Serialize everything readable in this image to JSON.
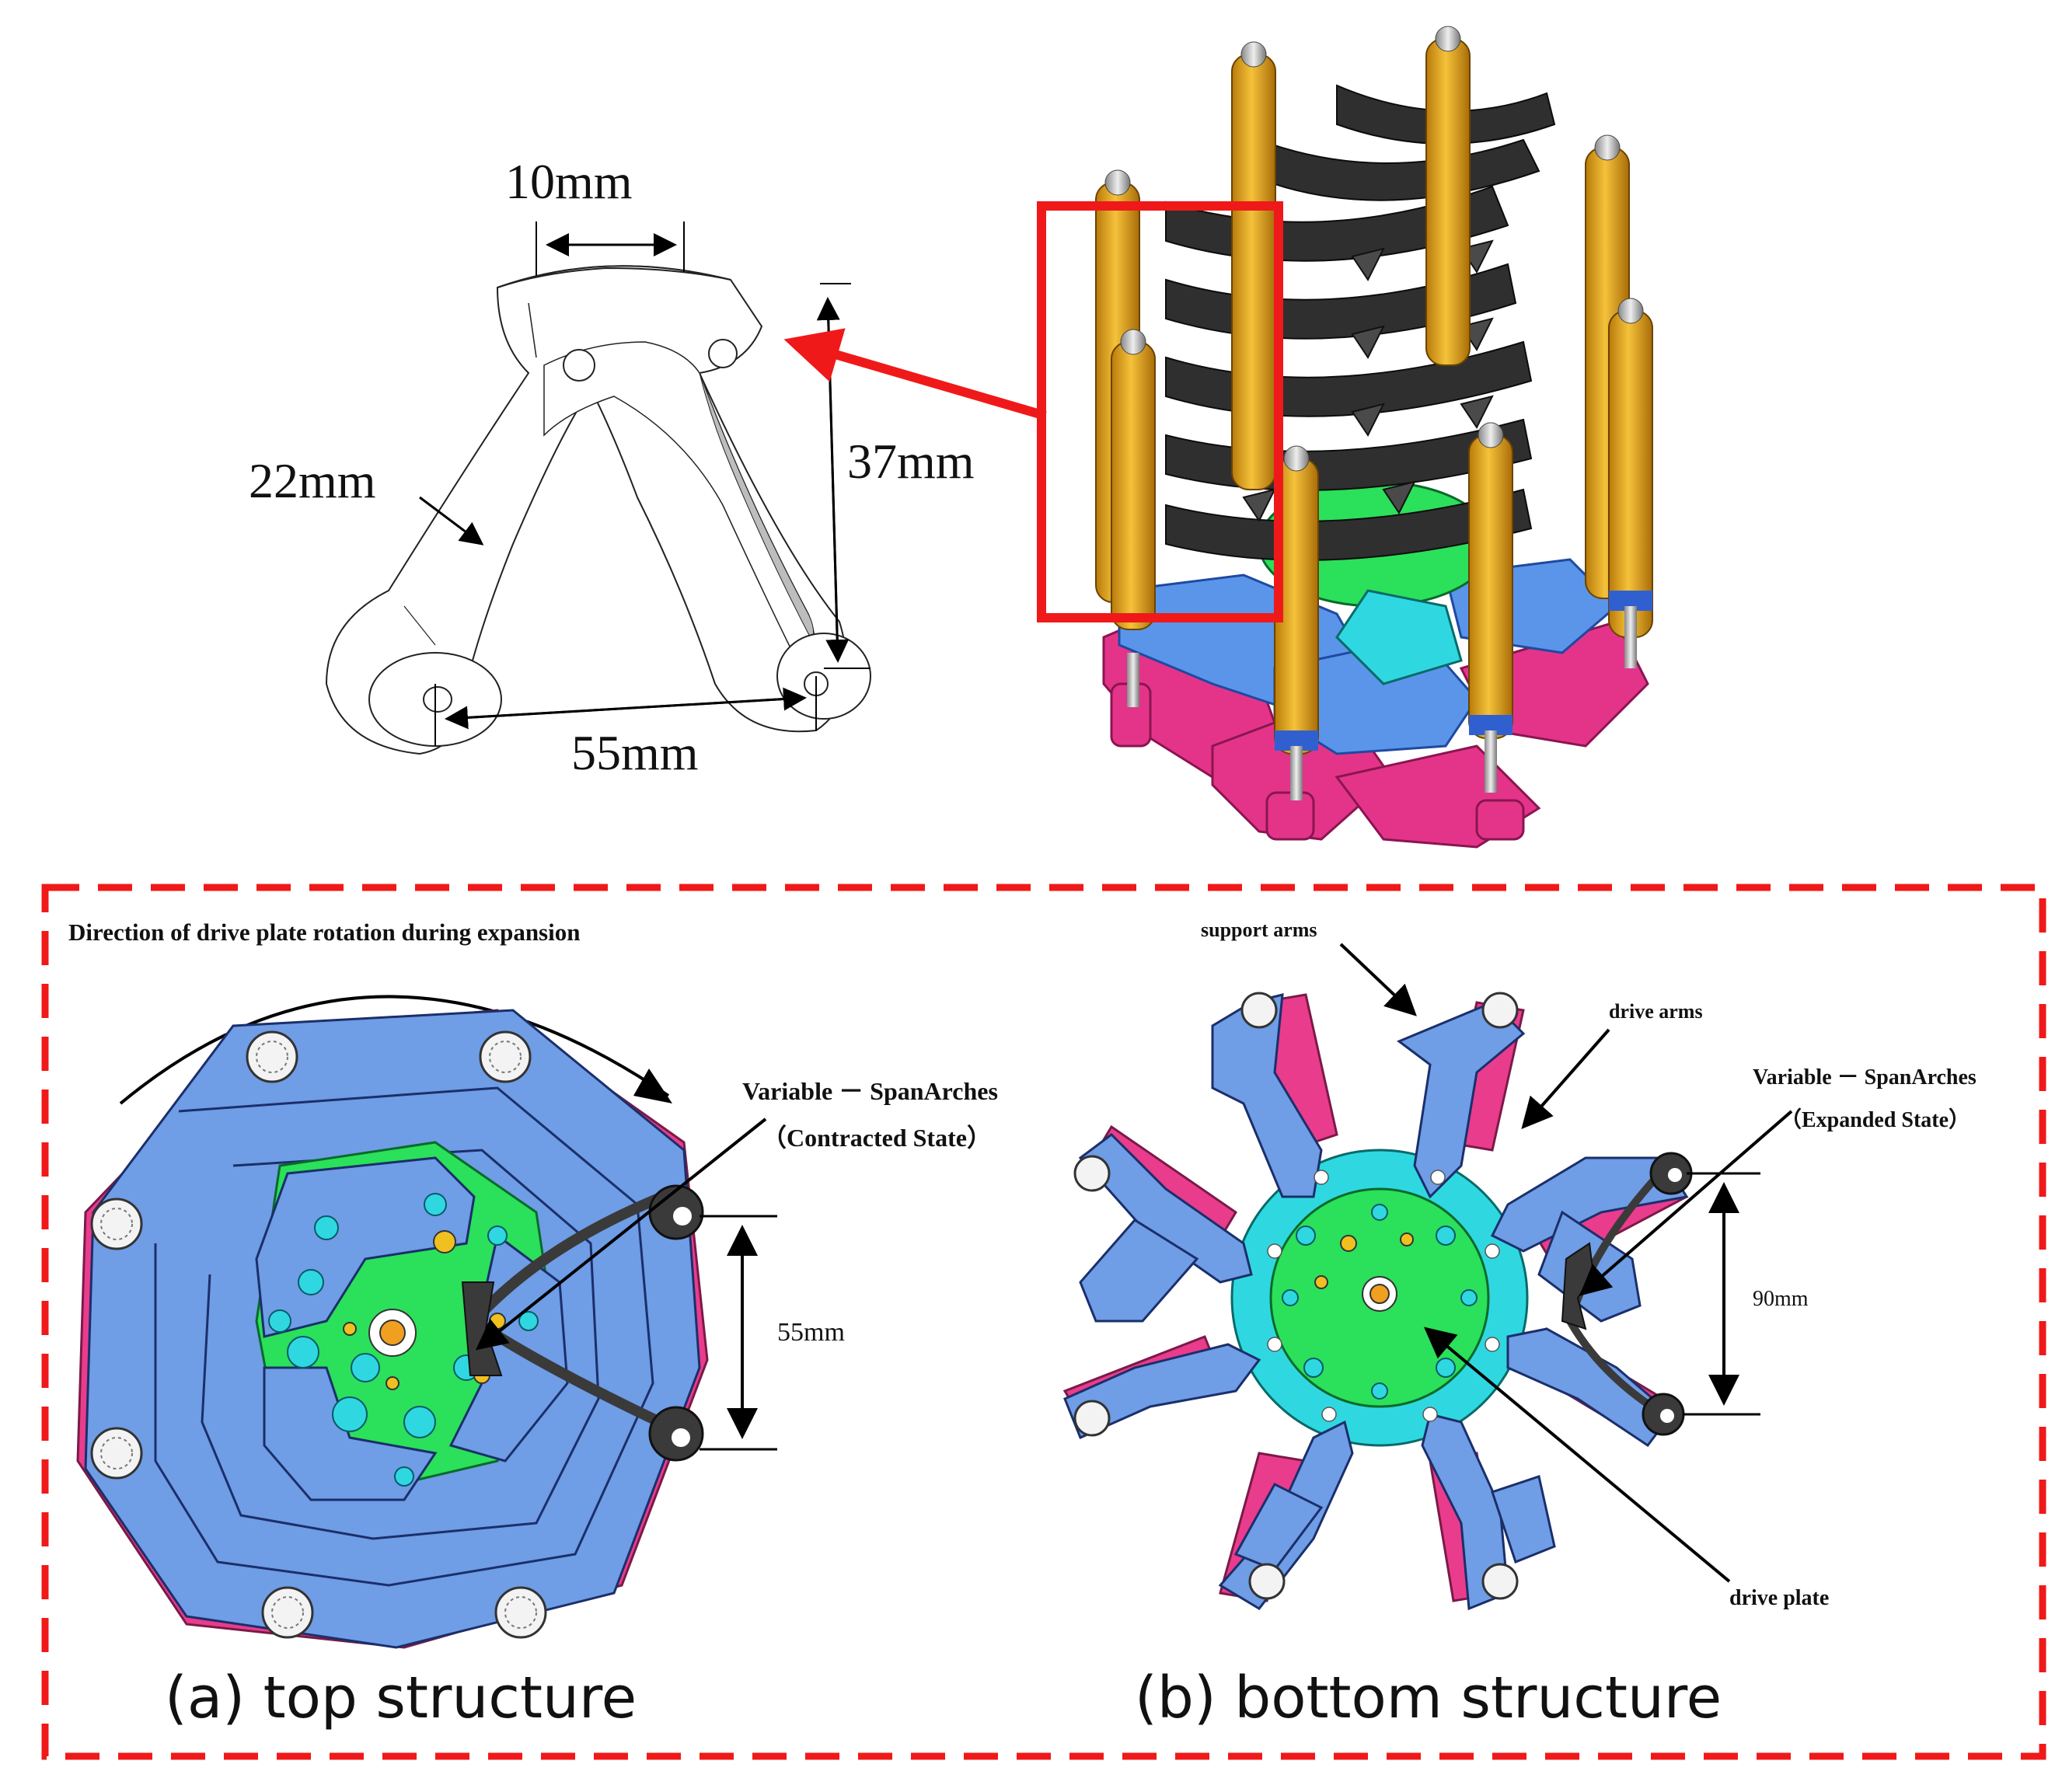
{
  "arch_dimensions": {
    "width_top": "10mm",
    "arm_width": "22mm",
    "height": "37mm",
    "base_span": "55mm"
  },
  "bottom_panel": {
    "rotation_title": "Direction of drive plate rotation during expansion",
    "top": {
      "vsa_label_line1": "Variable － SpanArches",
      "vsa_label_line2": "（Contracted State）",
      "span": "55mm",
      "caption": "(a) top structure"
    },
    "bottom": {
      "support_arms": "support arms",
      "drive_arms": "drive arms",
      "vsa_label_line1": "Variable － SpanArches",
      "vsa_label_line2": "（Expanded State）",
      "span": "90mm",
      "drive_plate": "drive plate",
      "caption": "(b) bottom structure"
    }
  },
  "colors": {
    "highlight_red": "#f01919",
    "arm_blue": "#6f9de6",
    "arm_pink": "#ea3c8c",
    "plate_green": "#2be05a",
    "plate_cyan": "#2fd8e0",
    "rod_gold": "#e8a51a",
    "arch_dark": "#3a3a3a"
  }
}
